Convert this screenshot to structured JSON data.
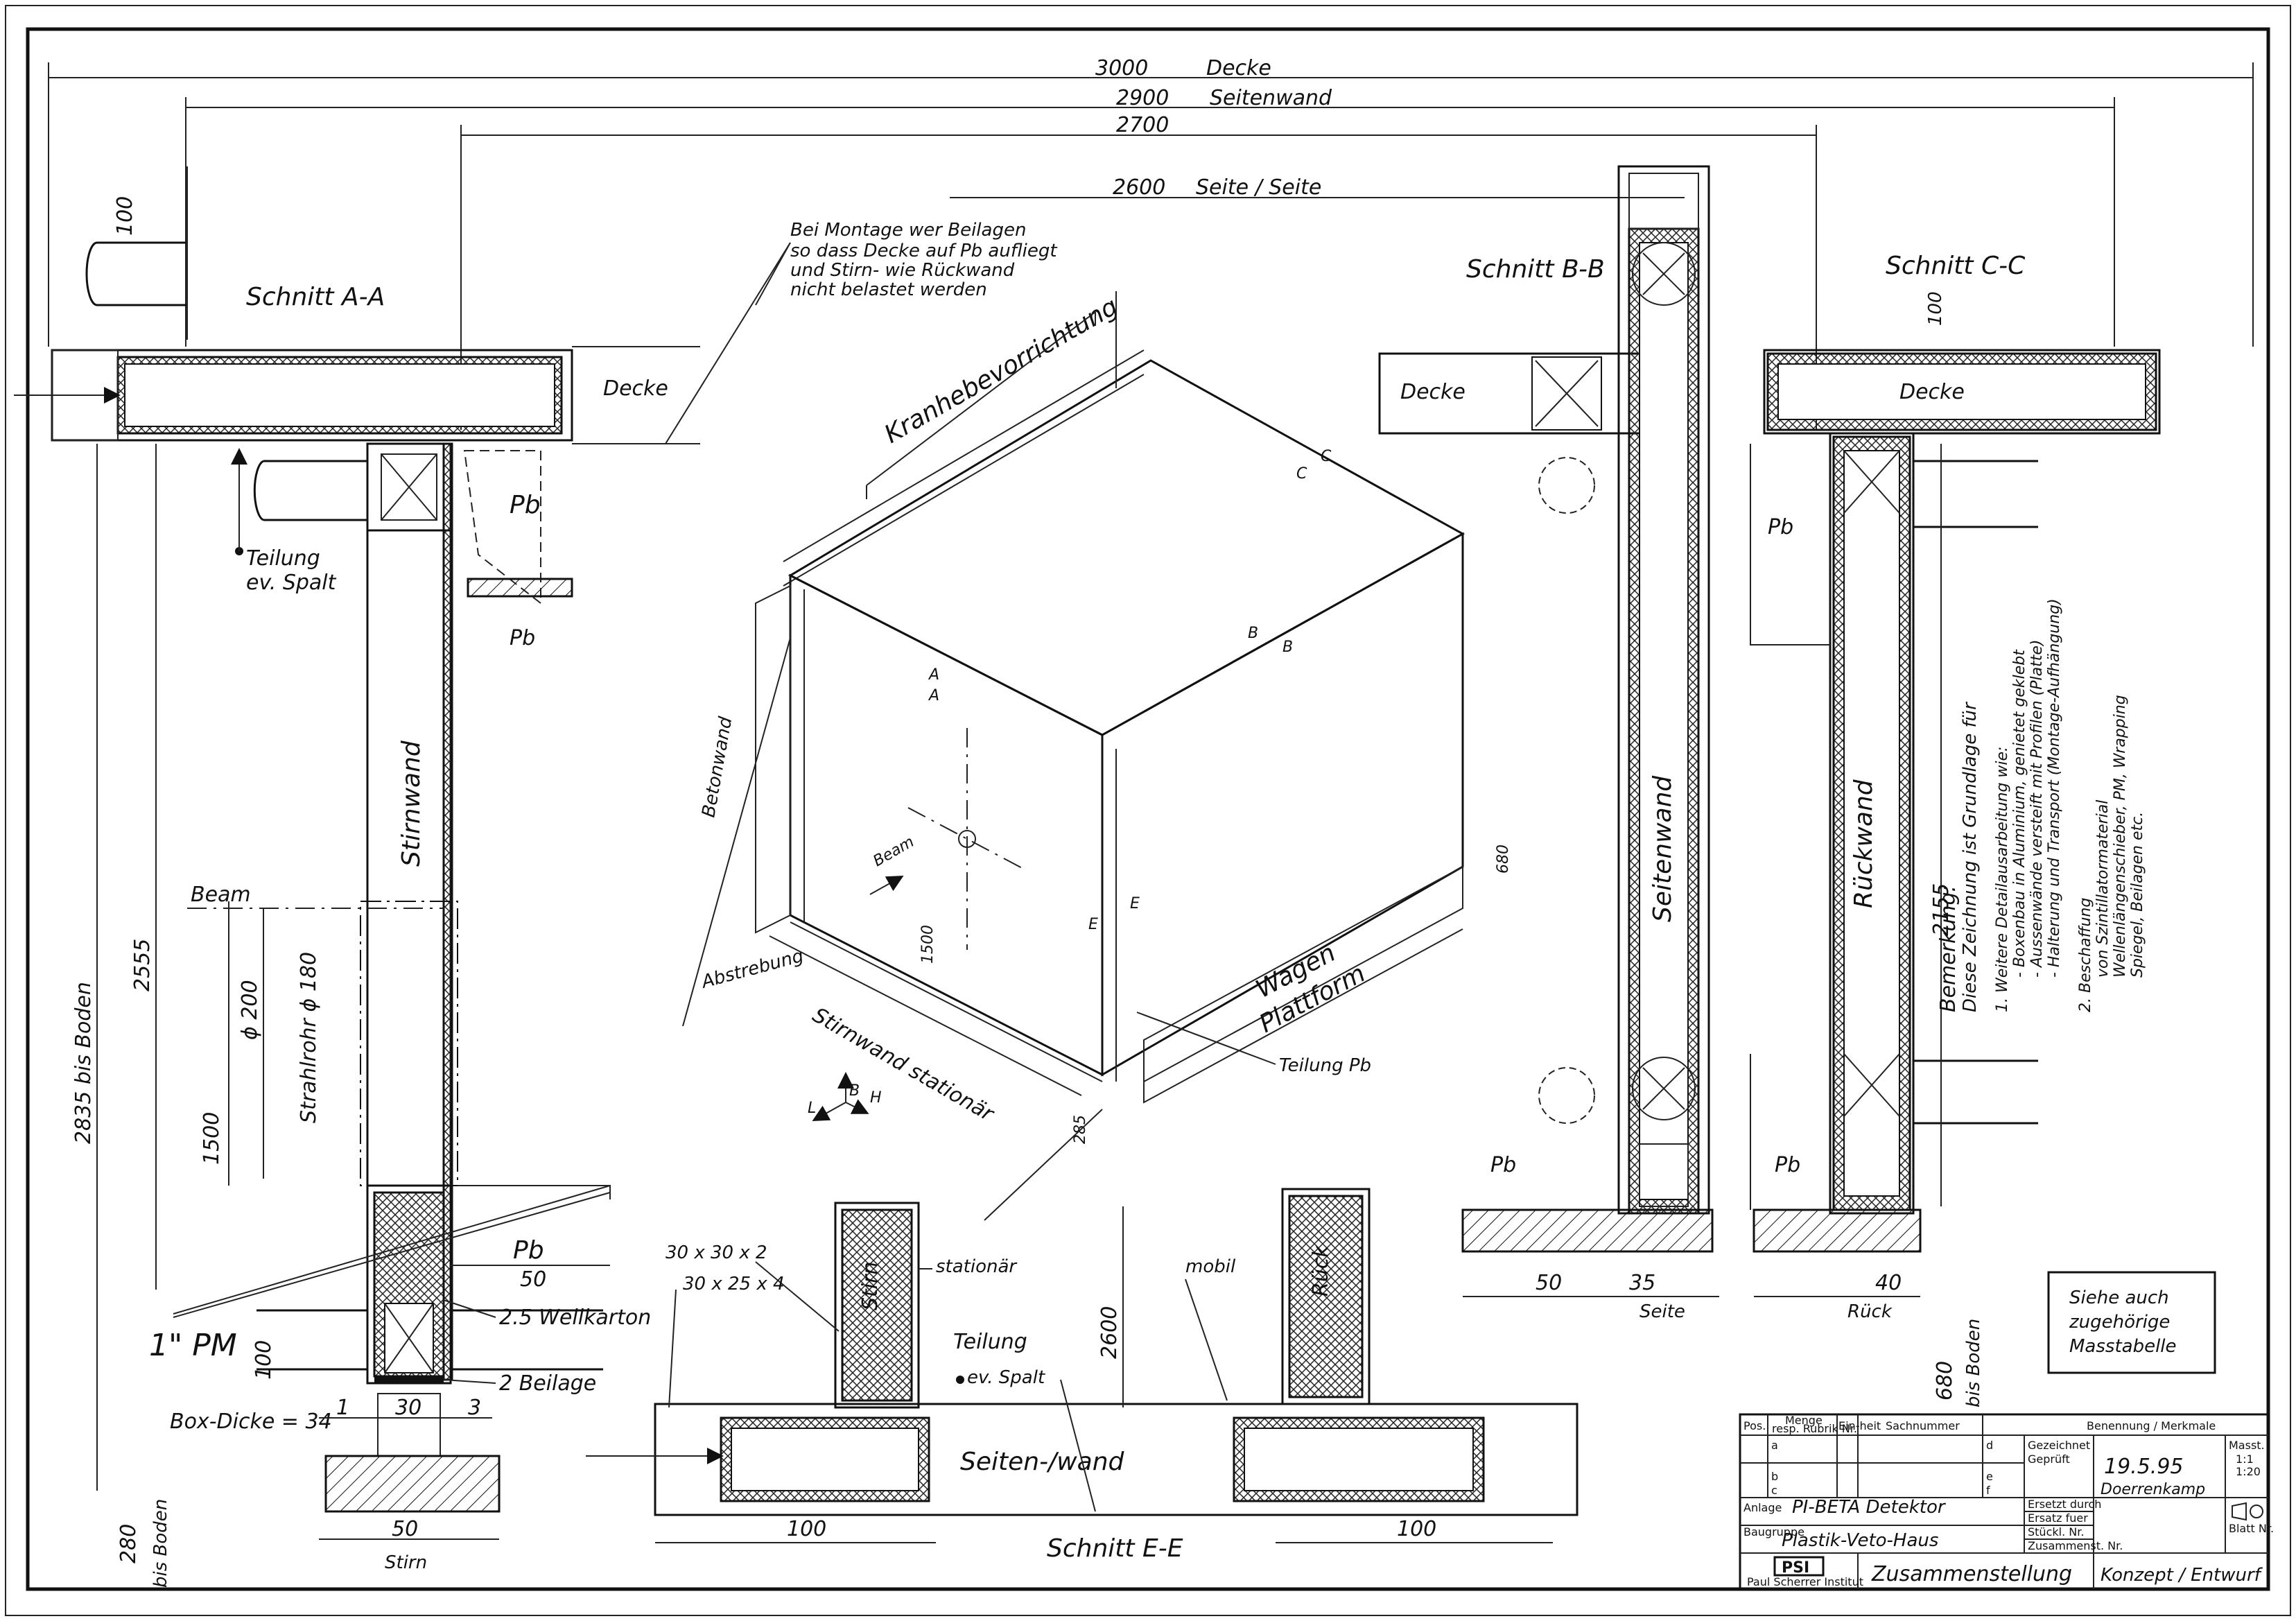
{
  "dimensions": {
    "d3000": "3000",
    "decke": "Decke",
    "d2900": "2900",
    "seitenwand": "Seitenwand",
    "d2700": "2700",
    "d2600": "2600",
    "seite_seite": "Seite / Seite",
    "d100_top": "100",
    "d100_cc": "100",
    "d2835": "2835 bis Boden",
    "d2555": "2555",
    "d1500": "1500",
    "d200": "ϕ 200",
    "strahlrohr": "Strahlrohr ϕ 180",
    "d50_pb": "50",
    "d280": "280",
    "bis_boden_280": "bis Boden",
    "d1_left": "1",
    "d30": "30",
    "d3": "3",
    "d50_stirn": "50",
    "d100_ee_left": "100",
    "d100_ee_right": "100",
    "d2600_ee": "2600",
    "d50_bb": "50",
    "d35_bb": "35",
    "d40_cc": "40",
    "d2155": "2155",
    "d680_right": "680",
    "bis_boden_680": "bis Boden",
    "d1500_iso": "1500",
    "d680_iso": "680",
    "d285_iso": "285"
  },
  "section_aa": {
    "title": "Schnitt  A-A",
    "decke": "Decke",
    "pb_upper": "Pb",
    "pb_lower": "Pb",
    "teilung": "Teilung",
    "spalt": "ev. Spalt",
    "stirnwand": "Stirnwand",
    "beam": "Beam",
    "pb_bottom": "Pb",
    "pm": "1\" PM",
    "wellkarton": "2.5 Wellkarton",
    "beilage": "2 Beilage",
    "box_dicke": "Box-Dicke = 34",
    "stirn": "Stirn"
  },
  "note_top": {
    "line1": "Bei Montage wer Beilagen",
    "line2": "so dass Decke auf Pb aufliegt",
    "line3": "und Stirn- wie Rückwand",
    "line4": "nicht belastet werden"
  },
  "iso": {
    "kran": "Kranhebevorrichtung",
    "betonwand": "Betonwand",
    "beam": "Beam",
    "abstrebung": "Abstrebung",
    "stirnwand": "Stirnwand  stationär",
    "wagen": "Wagen",
    "plattform": "Plattform",
    "teilung_pb": "Teilung Pb",
    "cut_a": "A",
    "cut_b": "B",
    "cut_c": "C",
    "cut_e": "E",
    "axis_l": "L",
    "axis_b": "B",
    "axis_h": "H"
  },
  "section_bb": {
    "title": "Schnitt B-B",
    "decke": "Decke",
    "seitenwand": "Seitenwand",
    "pb": "Pb",
    "seite": "Seite"
  },
  "section_cc": {
    "title": "Schnitt  C-C",
    "decke": "Decke",
    "rueckwand": "Rückwand",
    "pb_upper": "Pb",
    "pb_lower": "Pb",
    "rueck": "Rück"
  },
  "section_ee": {
    "title": "Schnitt E-E",
    "stirn": "Stirn",
    "stationaer": "stationär",
    "rueck": "Rück",
    "mobil": "mobil",
    "seitenwand": "Seiten-/wand",
    "p30x30x2": "30 x 30 x 2",
    "p30x25x4": "30 x 25 x 4",
    "teilung": "Teilung",
    "spalt": "ev. Spalt"
  },
  "remarks": {
    "title": "Bemerkung:",
    "line1": "Diese Zeichnung ist Grundlage für",
    "item1": "1. Weitere Detailausarbeitung wie:",
    "item1a": "- Boxenbau in Aluminium, genietet geklebt",
    "item1b": "- Aussenwände versteift mit Profilen (Platte)",
    "item1c": "- Halterung und Transport (Montage-Aufhängung)",
    "item2": "2. Beschaffung",
    "item2a": "von Szintillatormaterial",
    "item2b": "Wellenlängenschieber, PM, Wrapping",
    "item2c": "Spiegel, Beilagen etc."
  },
  "see_also": {
    "line1": "Siehe auch",
    "line2": "zugehörige",
    "line3": "Masstabelle"
  },
  "title_block": {
    "h_pos": "Pos.",
    "h_menge": "Menge",
    "h_resp": "resp. Rubrik Nr.",
    "h_einheit": "Ein-heit",
    "h_sachnummer": "Sachnummer",
    "h_benennung": "Benennung / Merkmale",
    "r_a": "a",
    "r_b": "b",
    "r_c": "c",
    "r_d": "d",
    "r_e": "e",
    "r_f": "f",
    "gezeichnet": "Gezeichnet",
    "geprueft": "Geprüft",
    "date": "19.5.95",
    "signature": "Doerrenkamp",
    "massstab": "Masst.",
    "scale1": "1:1",
    "scale2": "1:20",
    "anlage_label": "Anlage",
    "anlage": "PI-BETA Detektor",
    "baugruppe_label": "Baugruppe",
    "baugruppe": "Plastik-Veto-Haus",
    "ersetzt_durch": "Ersetzt durch",
    "ersatz_fuer": "Ersatz fuer",
    "stueckl": "Stückl. Nr.",
    "zusammenst": "Zusammenst. Nr.",
    "blatt": "Blatt Nr.",
    "logo": "PSI",
    "institute": "Paul Scherrer Institut",
    "benennung": "Zusammenstellung",
    "status": "Konzept / Entwurf"
  }
}
